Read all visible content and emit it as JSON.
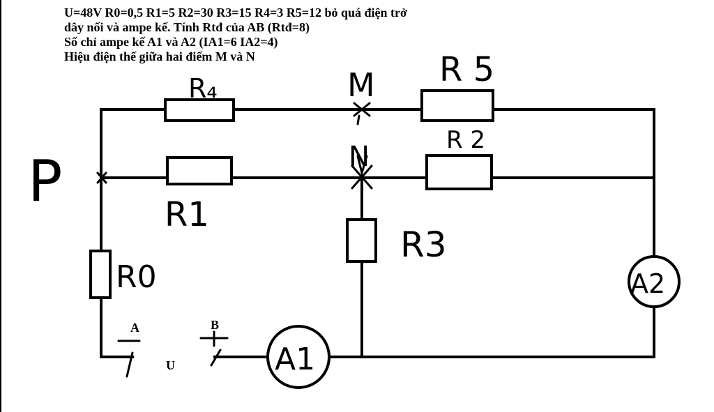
{
  "problem": {
    "lines": [
      "U=48V R0=0,5 R1=5 R2=30 R3=15 R4=3 R5=12 bỏ quá điện trở",
      "dây nối và ampe kế. Tính Rtđ của AB (Rtđ=8)",
      "Số chỉ ampe kế A1 và A2 (IA1=6 IA2=4)",
      "Hiệu điện thế giữa hai điểm M và N"
    ]
  },
  "circuit": {
    "node_labels": {
      "p": "P",
      "m": "M",
      "n": "N"
    },
    "resistor_labels": {
      "r4": "R₄",
      "r5": "R 5",
      "r2": "R 2",
      "r1": "R1",
      "r3": "R3",
      "r0": "R0"
    },
    "ammeter_labels": {
      "a1": "A1",
      "a2": "A2"
    },
    "terminal_labels": {
      "a": "A",
      "b": "B",
      "u": "U"
    }
  }
}
